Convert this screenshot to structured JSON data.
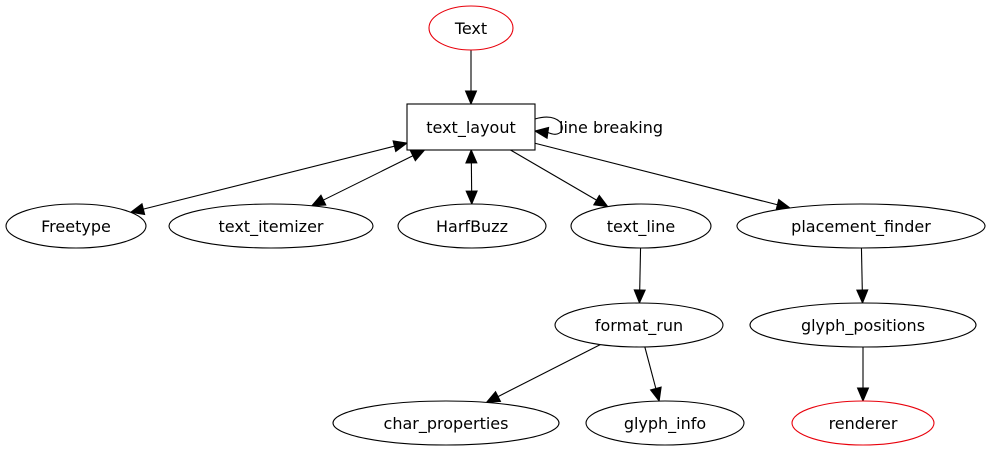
{
  "colors": {
    "default_stroke": "#000000",
    "highlight_stroke": "#e8000b"
  },
  "nodes": {
    "text": {
      "label": "Text",
      "highlight": true
    },
    "text_layout": {
      "label": "text_layout",
      "shape": "box"
    },
    "freetype": {
      "label": "Freetype"
    },
    "text_itemizer": {
      "label": "text_itemizer"
    },
    "harfbuzz": {
      "label": "HarfBuzz"
    },
    "text_line": {
      "label": "text_line"
    },
    "placement_finder": {
      "label": "placement_finder"
    },
    "format_run": {
      "label": "format_run"
    },
    "glyph_positions": {
      "label": "glyph_positions"
    },
    "char_properties": {
      "label": "char_properties"
    },
    "glyph_info": {
      "label": "glyph_info"
    },
    "renderer": {
      "label": "renderer",
      "highlight": true
    }
  },
  "edges": [
    {
      "from": "text",
      "to": "text_layout",
      "dir": "forward"
    },
    {
      "from": "text_layout",
      "to": "text_layout",
      "dir": "forward",
      "label": "line breaking"
    },
    {
      "from": "text_layout",
      "to": "freetype",
      "dir": "both"
    },
    {
      "from": "text_layout",
      "to": "text_itemizer",
      "dir": "both"
    },
    {
      "from": "text_layout",
      "to": "harfbuzz",
      "dir": "both"
    },
    {
      "from": "text_layout",
      "to": "text_line",
      "dir": "forward"
    },
    {
      "from": "text_layout",
      "to": "placement_finder",
      "dir": "forward"
    },
    {
      "from": "text_line",
      "to": "format_run",
      "dir": "forward"
    },
    {
      "from": "placement_finder",
      "to": "glyph_positions",
      "dir": "forward"
    },
    {
      "from": "format_run",
      "to": "char_properties",
      "dir": "forward"
    },
    {
      "from": "format_run",
      "to": "glyph_info",
      "dir": "forward"
    },
    {
      "from": "glyph_positions",
      "to": "renderer",
      "dir": "forward"
    }
  ]
}
